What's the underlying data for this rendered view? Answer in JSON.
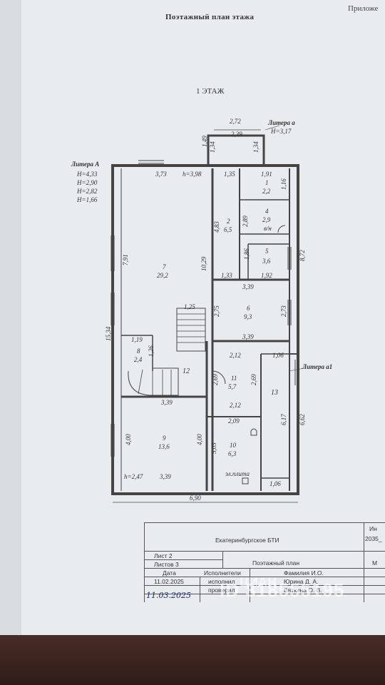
{
  "header": {
    "title": "Поэтажный план этажа",
    "right_fragment": "Приложе"
  },
  "floor_label": "1 ЭТАЖ",
  "literas": {
    "a": {
      "name": "Литера а",
      "h": "H=3,17"
    },
    "A": {
      "name": "Литера А",
      "h1": "H=4,33",
      "h2": "H=2,90",
      "h3": "H=2,82",
      "h4": "H=1,66"
    },
    "a1": {
      "name": "Литера а1"
    }
  },
  "rooms": [
    {
      "num": "1",
      "area": "2,2"
    },
    {
      "num": "2",
      "area": "6,5"
    },
    {
      "num": "4",
      "area": "2,9"
    },
    {
      "num": "5",
      "area": "3,6"
    },
    {
      "num": "6",
      "area": "9,3"
    },
    {
      "num": "7",
      "area": "29,2"
    },
    {
      "num": "8",
      "area": "2,4"
    },
    {
      "num": "9",
      "area": "13,6"
    },
    {
      "num": "10",
      "area": "6,3"
    },
    {
      "num": "11",
      "area": "5,7"
    },
    {
      "num": "12",
      "area": ""
    },
    {
      "num": "13",
      "area": ""
    }
  ],
  "dims": {
    "d272": "2,72",
    "d239": "2,39",
    "d149": "1,49",
    "d134a": "1,34",
    "d134b": "1,34",
    "d373": "3,73",
    "h398": "h=3,98",
    "d135": "1,35",
    "d191": "1,91",
    "d116": "1,16",
    "d483": "4,83",
    "d289": "2,89",
    "d872": "8,72",
    "d791": "7,91",
    "d1029": "10,29",
    "d186": "1,86",
    "d133": "1,33",
    "d192": "1,92",
    "d339a": "3,39",
    "d125": "1,25",
    "d275a": "2,75",
    "d273": "2,73",
    "d1534": "15,34",
    "d339b": "3,39",
    "d119": "1,19",
    "d126": "1,26",
    "d212a": "2,12",
    "d106a": "1,06",
    "d269a": "2,69",
    "d269b": "2,69",
    "d339c": "3,39",
    "d212b": "2,12",
    "d209": "2,09",
    "d617": "6,17",
    "d662": "6,62",
    "d400a": "4,00",
    "d400b": "4,00",
    "d303": "3,03",
    "h247": "h=2,47",
    "d339d": "3,39",
    "d106b": "1,06",
    "d690": "6,90",
    "wn": "в/н",
    "stove": "эл.плита"
  },
  "stamp": {
    "org": "Екатеринбургское БТИ",
    "sheet": "Лист  2",
    "sheets": "Листов  3",
    "doc": "Поэтажный план",
    "col_date": "Дата",
    "col_role": "Исполнители",
    "col_name": "Фамилия И.О.",
    "date1": "11.02.2025",
    "role1": "исполнил",
    "name1": "Юрина Д. А.",
    "role2": "проверил",
    "name2": "Вяткина О. В.",
    "hand_date": "11.03.2025",
    "right_top": "Ин",
    "right_code": "2035_",
    "right_m": "М"
  },
  "watermark": {
    "logo": "ЦИАН",
    "id": "ID 318555195"
  }
}
